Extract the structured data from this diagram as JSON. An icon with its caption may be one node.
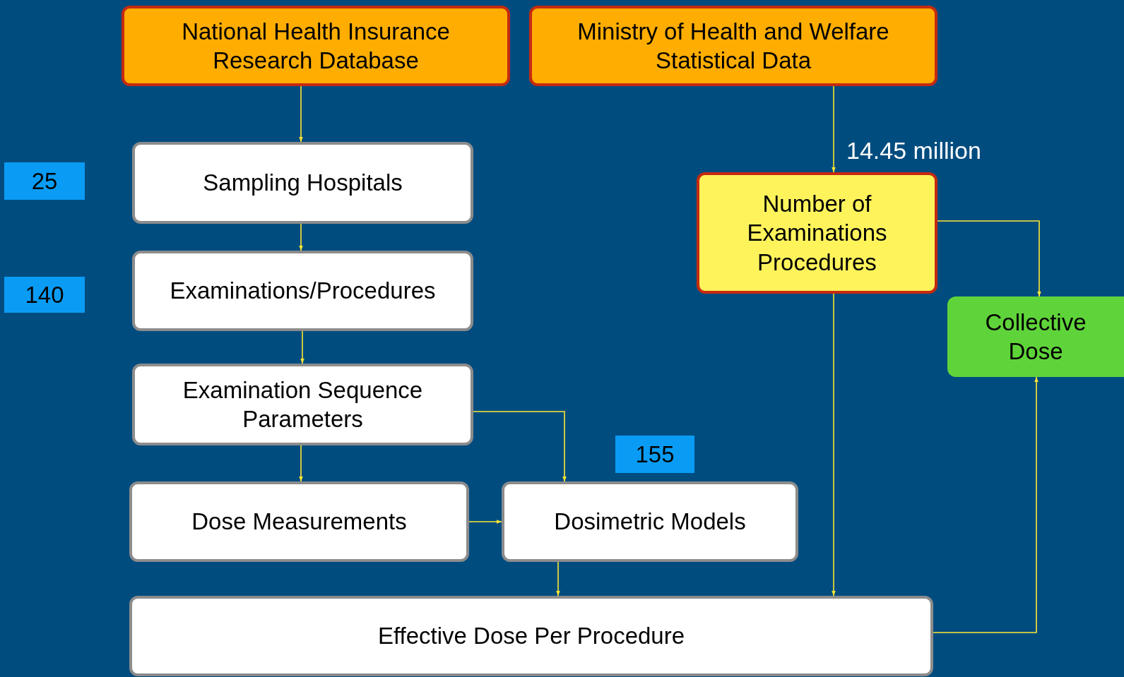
{
  "diagram": {
    "nodes": [
      {
        "text": [
          "National Health Insurance Research Database"
        ]
      },
      {
        "text": [
          "Ministry of Health and Welfare Statistical Data"
        ]
      },
      {
        "text": [
          "Sampling Hospitals"
        ]
      },
      {
        "text": [
          "Examinations/Procedures"
        ]
      },
      {
        "text": [
          "Examination Sequence Parameters"
        ]
      },
      {
        "text": [
          "Dose Measurements"
        ]
      },
      {
        "text": [
          "Dosimetric Models"
        ]
      },
      {
        "text": [
          "Effective Dose Per Procedure"
        ]
      },
      {
        "text": [
          "Number of Examinations Procedures"
        ]
      },
      {
        "text": [
          "Collective Dose"
        ]
      }
    ],
    "edges": [
      {
        "from": 0,
        "to": 2,
        "arrow": "to"
      },
      {
        "from": 2,
        "to": 3,
        "arrow": "to"
      },
      {
        "from": 3,
        "to": 4,
        "arrow": "to"
      },
      {
        "from": 4,
        "to": 5,
        "arrow": "to"
      },
      {
        "from": 4,
        "to": 6,
        "arrow": "to"
      },
      {
        "from": 5,
        "to": 6,
        "arrow": "to"
      },
      {
        "from": 6,
        "to": 7,
        "arrow": "to"
      },
      {
        "from": 1,
        "to": 8,
        "arrow": "to",
        "label": "14.45 million"
      },
      {
        "from": 8,
        "to": 7,
        "arrow": "to"
      },
      {
        "from": 8,
        "to": 9,
        "arrow": "to"
      },
      {
        "from": 7,
        "to": 9,
        "arrow": "to"
      }
    ],
    "labels": [
      "25",
      "140",
      "155"
    ]
  }
}
